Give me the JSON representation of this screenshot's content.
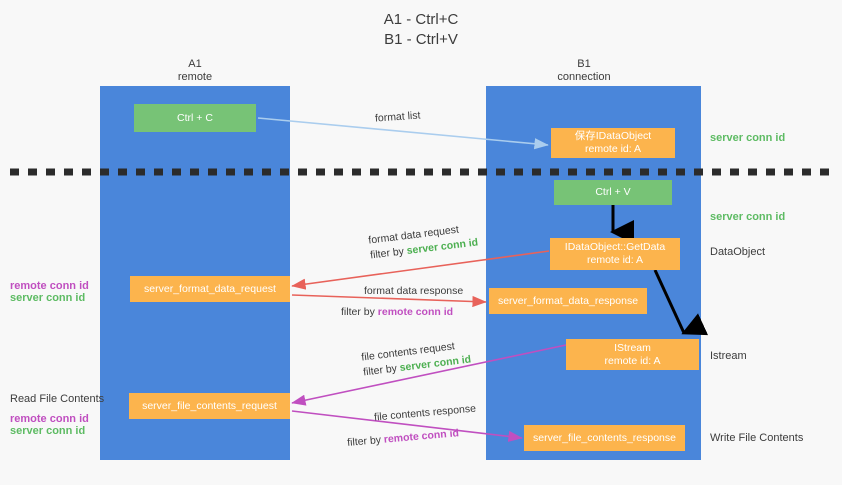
{
  "title": {
    "line1": "A1 - Ctrl+C",
    "line2": "B1 - Ctrl+V"
  },
  "colors": {
    "lane": "#4a86da",
    "green_box": "#77c376",
    "orange_box": "#fcb44d",
    "server_conn": "#5dbb63",
    "remote_conn": "#c04fc0",
    "format_arrow": "#e8625a",
    "file_arrow": "#c04fc0",
    "format_list_arrow": "#aacdee",
    "black_arrow": "#000000",
    "divider": "#2b2b2b",
    "background": "#f8f8f8"
  },
  "lanes": [
    {
      "id": "a1",
      "title": "A1",
      "subtitle": "remote"
    },
    {
      "id": "b1",
      "title": "B1",
      "subtitle": "connection"
    }
  ],
  "boxes": [
    {
      "id": "ctrl-c",
      "label": "Ctrl + C",
      "style": "green"
    },
    {
      "id": "save-idataobject",
      "label": "保存IDataObject",
      "sublabel": "remote id: A",
      "style": "orange"
    },
    {
      "id": "ctrl-v",
      "label": "Ctrl + V",
      "style": "green"
    },
    {
      "id": "idataobject-getdata",
      "label": "IDataObject::GetData",
      "sublabel": "remote id: A",
      "style": "orange"
    },
    {
      "id": "server-format-data-request",
      "label": "server_format_data_request",
      "style": "orange"
    },
    {
      "id": "server-format-data-response",
      "label": "server_format_data_response",
      "style": "orange"
    },
    {
      "id": "istream",
      "label": "IStream",
      "sublabel": "remote id: A",
      "style": "orange"
    },
    {
      "id": "server-file-contents-request",
      "label": "server_file_contents_request",
      "style": "orange"
    },
    {
      "id": "server-file-contents-response",
      "label": "server_file_contents_response",
      "style": "orange"
    }
  ],
  "edge_labels": [
    {
      "id": "format-list",
      "text": "format list"
    },
    {
      "id": "format-data-request",
      "line1": "format data request",
      "filter_prefix": "filter by ",
      "filter_value": "server conn id",
      "filter_kind": "server"
    },
    {
      "id": "format-data-response",
      "line1": "format data response",
      "filter_prefix": "filter by ",
      "filter_value": "remote conn id",
      "filter_kind": "remote"
    },
    {
      "id": "file-contents-request",
      "line1": "file contents request",
      "filter_prefix": "filter by ",
      "filter_value": "server conn id",
      "filter_kind": "server"
    },
    {
      "id": "file-contents-response",
      "line1": "file contents response",
      "filter_prefix": "filter by ",
      "filter_value": "remote conn id",
      "filter_kind": "remote"
    }
  ],
  "right_labels": [
    {
      "id": "server-conn-id-top",
      "text": "server conn id",
      "kind": "server"
    },
    {
      "id": "server-conn-id-second",
      "text": "server conn id",
      "kind": "server"
    },
    {
      "id": "dataobject",
      "text": "DataObject",
      "kind": "plain"
    },
    {
      "id": "istream-label",
      "text": "Istream",
      "kind": "plain"
    },
    {
      "id": "write-file-contents",
      "text": "Write File Contents",
      "kind": "plain"
    }
  ],
  "left_labels": [
    {
      "id": "left-conn-upper-remote",
      "text": "remote conn id",
      "kind": "remote"
    },
    {
      "id": "left-conn-upper-server",
      "text": "server conn id",
      "kind": "server"
    },
    {
      "id": "read-file-contents",
      "text": "Read File Contents",
      "kind": "plain"
    },
    {
      "id": "left-conn-lower-remote",
      "text": "remote conn id",
      "kind": "remote"
    },
    {
      "id": "left-conn-lower-server",
      "text": "server conn id",
      "kind": "server"
    }
  ]
}
